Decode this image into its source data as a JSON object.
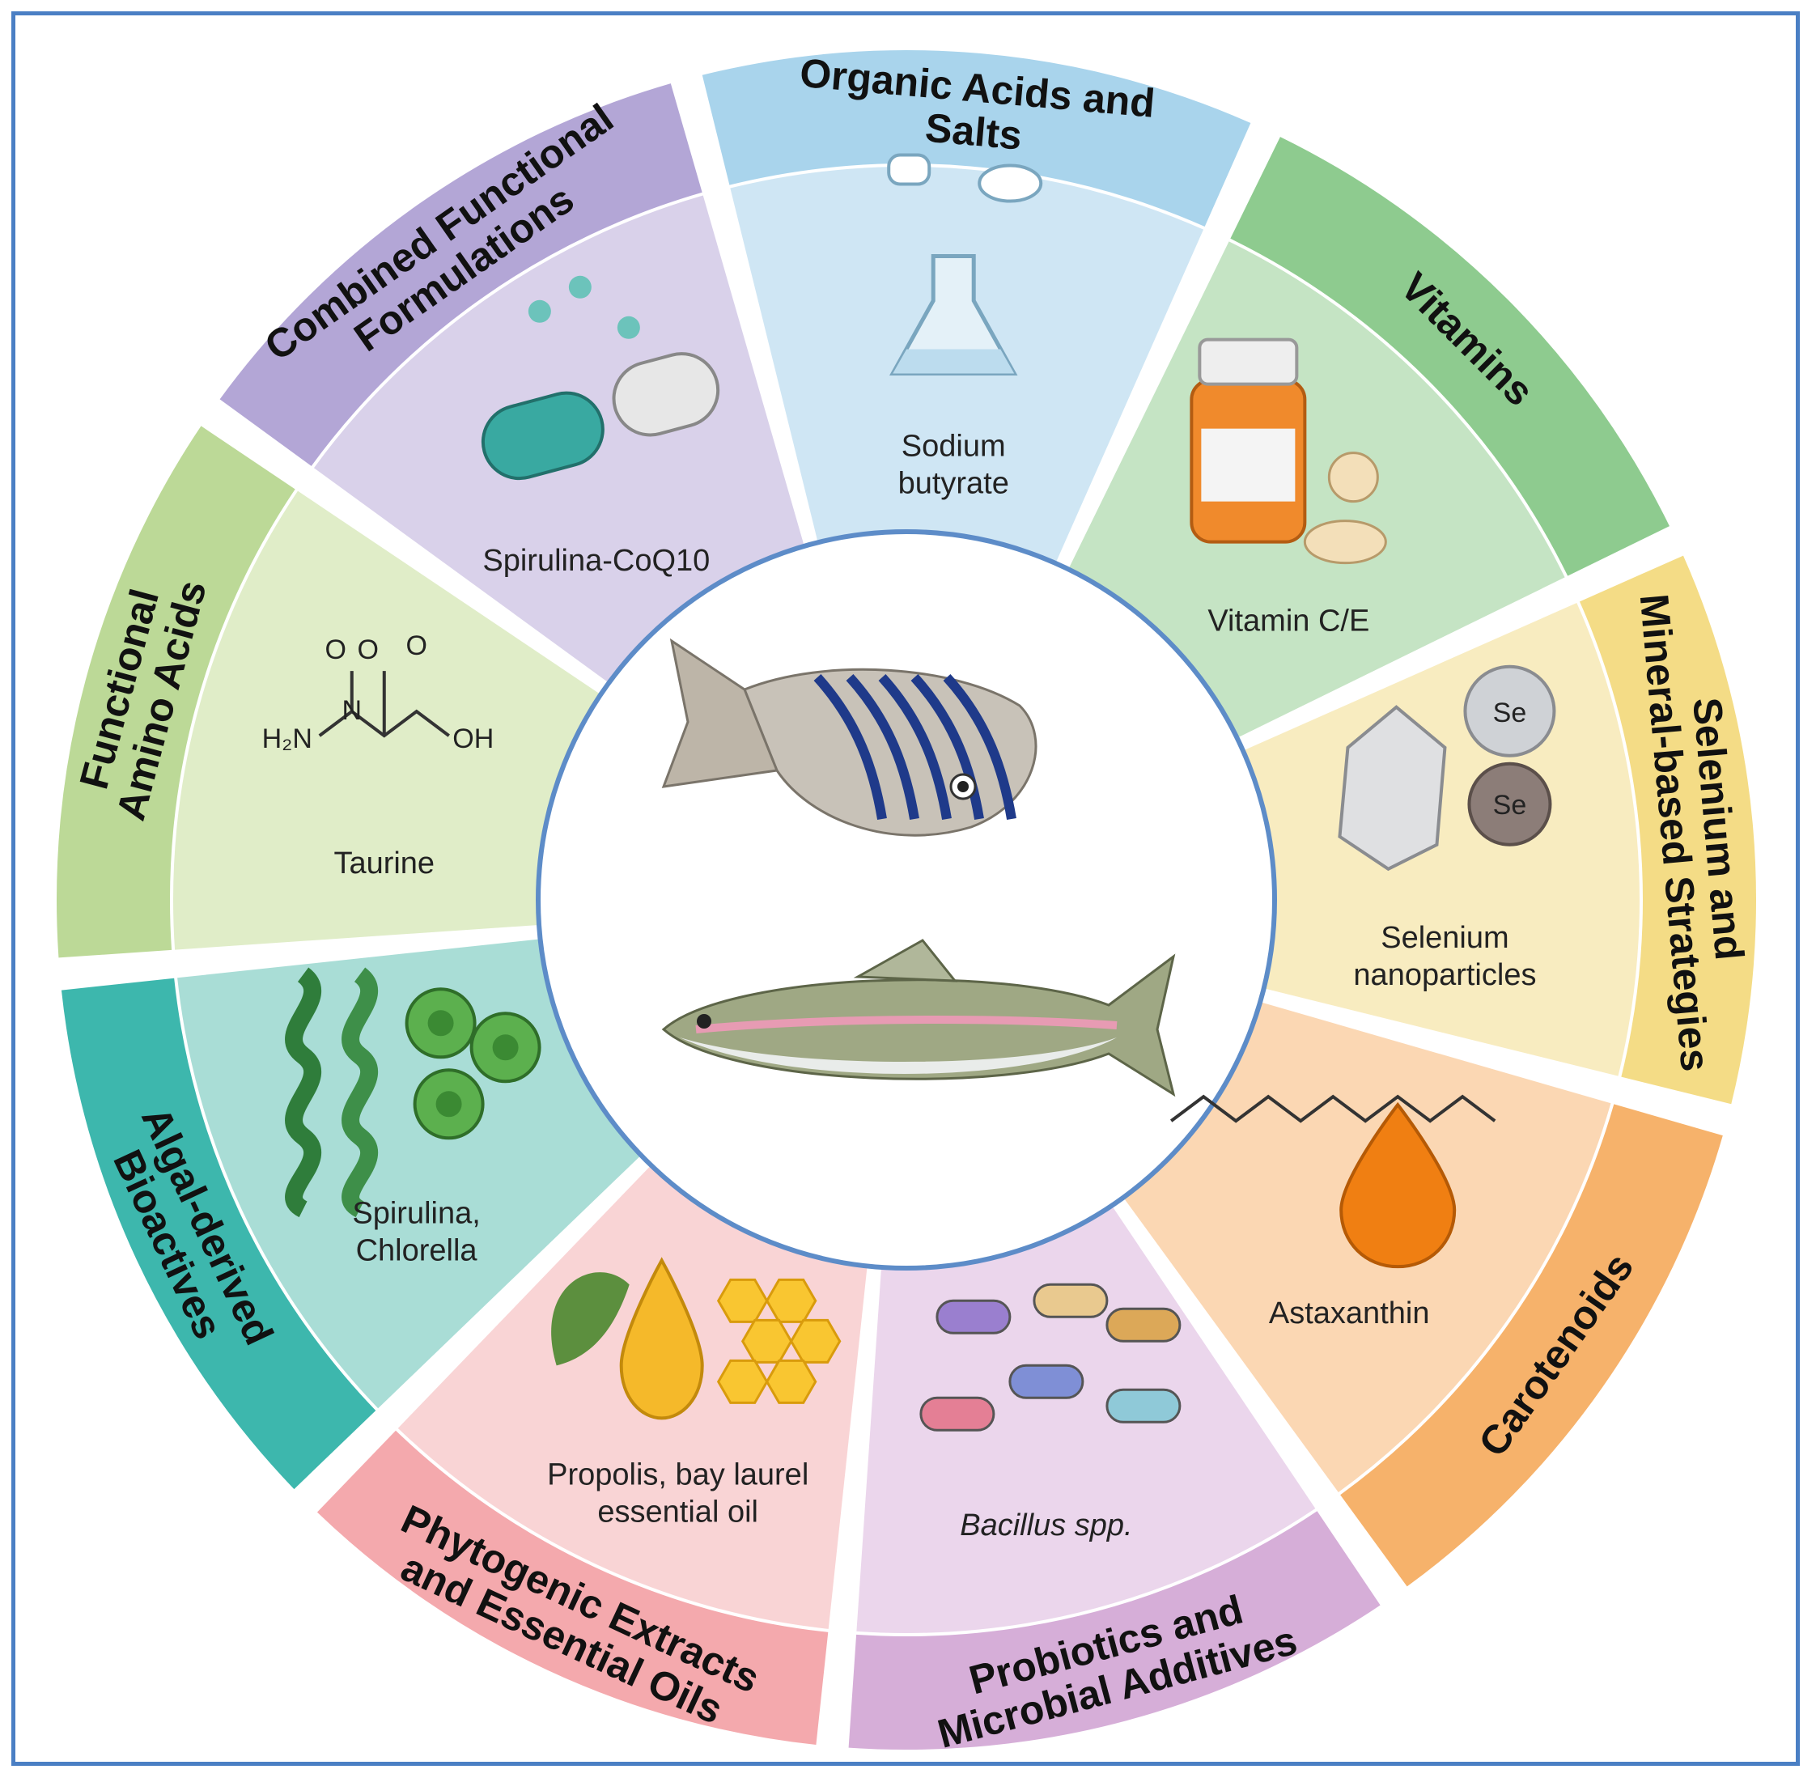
{
  "segments": [
    {
      "category": [
        "Organic Acids and",
        "Salts"
      ],
      "item": [
        "Sodium",
        "butyrate"
      ],
      "icon": "flask-with-tablets-icon",
      "outer_color": "#a9d4ec",
      "inner_color": "#cfe6f4"
    },
    {
      "category": [
        "Vitamins"
      ],
      "item": [
        "Vitamin C/E"
      ],
      "icon": "pill-bottle-icon",
      "outer_color": "#8ecb8f",
      "inner_color": "#c5e4c4"
    },
    {
      "category": [
        "Selenium and",
        "Mineral-based Strategies"
      ],
      "item": [
        "Selenium",
        "nanoparticles"
      ],
      "icon": "selenium-crystal-icon",
      "outer_color": "#f4dc86",
      "inner_color": "#f8ecc0"
    },
    {
      "category": [
        "Carotenoids"
      ],
      "item": [
        "Astaxanthin"
      ],
      "icon": "astaxanthin-drop-icon",
      "outer_color": "#f6b26b",
      "inner_color": "#fbd7b3"
    },
    {
      "category": [
        "Probiotics and",
        "Microbial Additives"
      ],
      "item": [
        "Bacillus spp."
      ],
      "icon": "bacteria-icon",
      "outer_color": "#d6aed8",
      "inner_color": "#ebd6ec"
    },
    {
      "category": [
        "Phytogenic Extracts",
        "and Essential Oils"
      ],
      "item": [
        "Propolis, bay laurel",
        "essential oil"
      ],
      "icon": "leaf-oil-honeycomb-icon",
      "outer_color": "#f4a9ad",
      "inner_color": "#f9d4d5"
    },
    {
      "category": [
        "Algal-derived",
        "Bioactives"
      ],
      "item": [
        "Spirulina,",
        "Chlorella"
      ],
      "icon": "algae-icon",
      "outer_color": "#3db7ad",
      "inner_color": "#a9ddd6"
    },
    {
      "category": [
        "Functional",
        "Amino Acids"
      ],
      "item": [
        "Taurine"
      ],
      "icon": "taurine-structure-icon",
      "outer_color": "#bcd997",
      "inner_color": "#e0edc8"
    },
    {
      "category": [
        "Combined Functional",
        "Formulations"
      ],
      "item": [
        "Spirulina-CoQ10"
      ],
      "icon": "capsule-icon",
      "outer_color": "#b3a6d6",
      "inner_color": "#d9d1ea"
    }
  ],
  "taurine_labels": [
    "O",
    "O",
    "O",
    "N",
    "H₂N",
    "OH"
  ],
  "selenium_labels": [
    "Se",
    "Se"
  ],
  "center_icons": [
    "zebrafish-icon",
    "rainbow-trout-icon"
  ]
}
